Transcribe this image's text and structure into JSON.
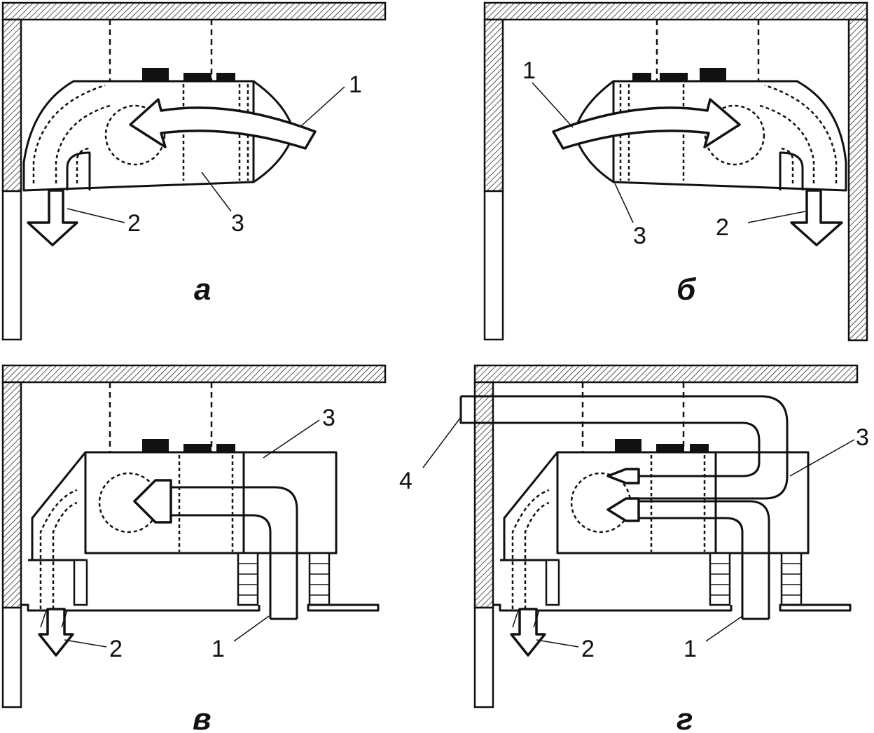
{
  "panels": [
    {
      "caption": "а",
      "labels": [
        "1",
        "2",
        "3"
      ]
    },
    {
      "caption": "б",
      "labels": [
        "1",
        "3",
        "2"
      ]
    },
    {
      "caption": "в",
      "labels": [
        "3",
        "2",
        "1"
      ]
    },
    {
      "caption": "г",
      "labels": [
        "3",
        "4",
        "2",
        "1"
      ]
    }
  ]
}
